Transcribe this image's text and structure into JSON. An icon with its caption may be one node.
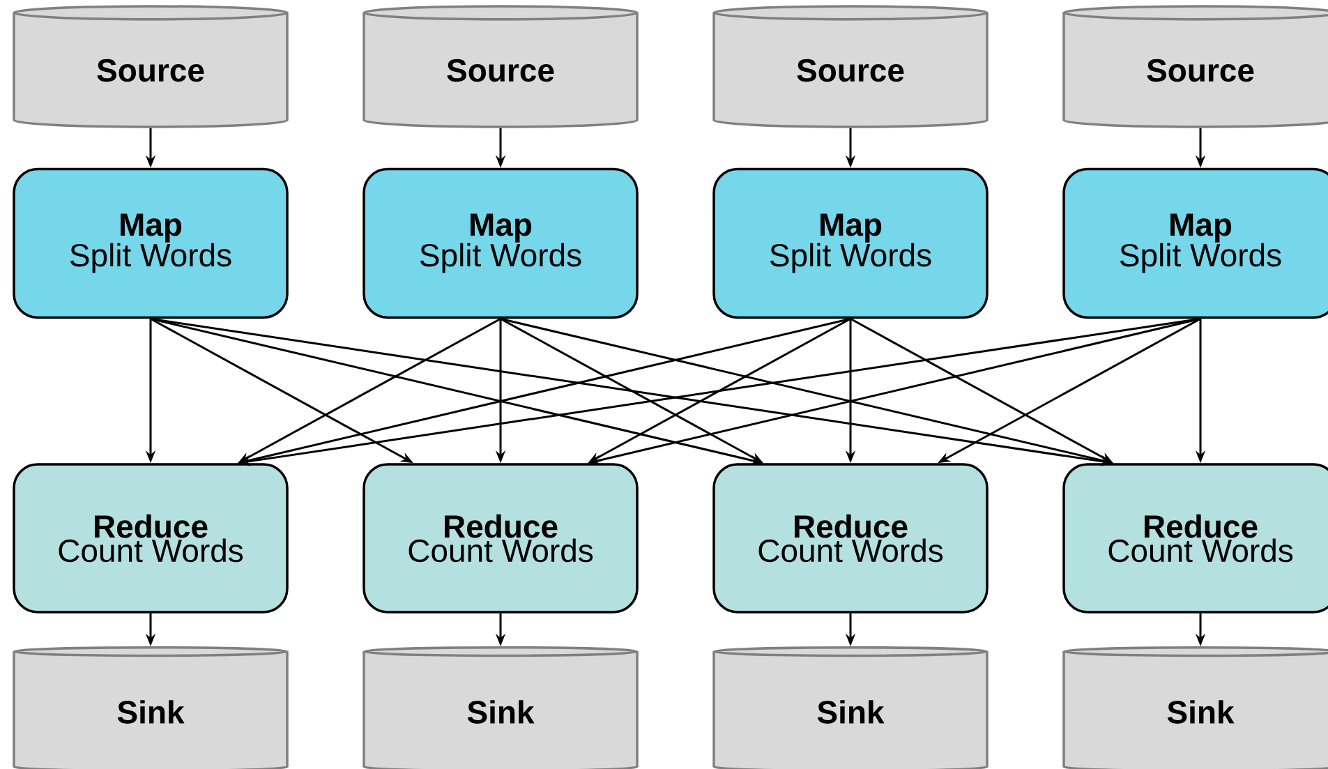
{
  "diagram": {
    "nodes": [
      {
        "text": [
          "Source"
        ]
      },
      {
        "text": [
          "Source"
        ]
      },
      {
        "text": [
          "Source"
        ]
      },
      {
        "text": [
          "Source"
        ]
      },
      {
        "text": [
          "Map",
          "Split Words"
        ]
      },
      {
        "text": [
          "Map",
          "Split Words"
        ]
      },
      {
        "text": [
          "Map",
          "Split Words"
        ]
      },
      {
        "text": [
          "Map",
          "Split Words"
        ]
      },
      {
        "text": [
          "Reduce",
          "Count Words"
        ]
      },
      {
        "text": [
          "Reduce",
          "Count Words"
        ]
      },
      {
        "text": [
          "Reduce",
          "Count Words"
        ]
      },
      {
        "text": [
          "Reduce",
          "Count Words"
        ]
      },
      {
        "text": [
          "Sink"
        ]
      },
      {
        "text": [
          "Sink"
        ]
      },
      {
        "text": [
          "Sink"
        ]
      },
      {
        "text": [
          "Sink"
        ]
      }
    ],
    "edges": [
      {
        "from": 0,
        "to": 4,
        "arrow": "to"
      },
      {
        "from": 1,
        "to": 5,
        "arrow": "to"
      },
      {
        "from": 2,
        "to": 6,
        "arrow": "to"
      },
      {
        "from": 3,
        "to": 7,
        "arrow": "to"
      },
      {
        "from": 4,
        "to": 8,
        "arrow": "to"
      },
      {
        "from": 4,
        "to": 9,
        "arrow": "to"
      },
      {
        "from": 4,
        "to": 10,
        "arrow": "to"
      },
      {
        "from": 4,
        "to": 11,
        "arrow": "to"
      },
      {
        "from": 5,
        "to": 8,
        "arrow": "to"
      },
      {
        "from": 5,
        "to": 9,
        "arrow": "to"
      },
      {
        "from": 5,
        "to": 10,
        "arrow": "to"
      },
      {
        "from": 5,
        "to": 11,
        "arrow": "to"
      },
      {
        "from": 6,
        "to": 8,
        "arrow": "to"
      },
      {
        "from": 6,
        "to": 9,
        "arrow": "to"
      },
      {
        "from": 6,
        "to": 10,
        "arrow": "to"
      },
      {
        "from": 6,
        "to": 11,
        "arrow": "to"
      },
      {
        "from": 7,
        "to": 8,
        "arrow": "to"
      },
      {
        "from": 7,
        "to": 9,
        "arrow": "to"
      },
      {
        "from": 7,
        "to": 10,
        "arrow": "to"
      },
      {
        "from": 7,
        "to": 11,
        "arrow": "to"
      },
      {
        "from": 8,
        "to": 12,
        "arrow": "to"
      },
      {
        "from": 9,
        "to": 13,
        "arrow": "to"
      },
      {
        "from": 10,
        "to": 14,
        "arrow": "to"
      },
      {
        "from": 11,
        "to": 15,
        "arrow": "to"
      }
    ]
  }
}
